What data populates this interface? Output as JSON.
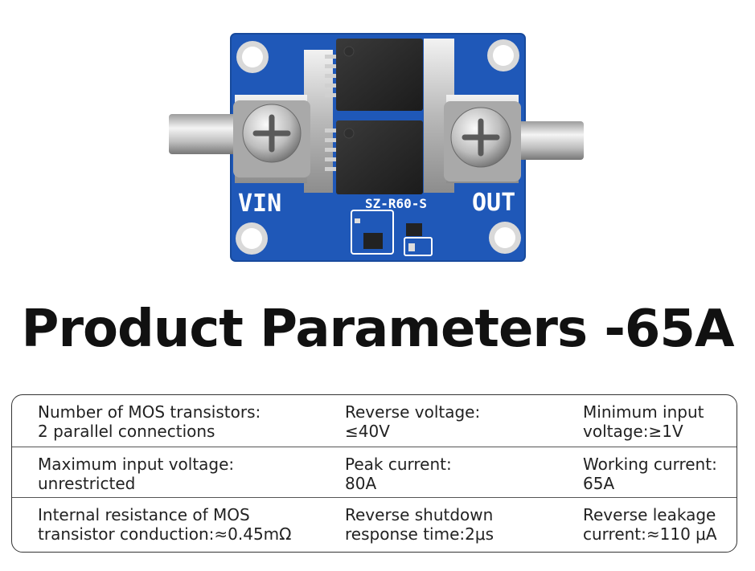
{
  "board": {
    "label_vin": "VIN",
    "label_out": "OUT",
    "model": "SZ-R60-S",
    "colors": {
      "pcb": "#1f58b8",
      "pad": "#c9c9c9",
      "mosfet": "#2a2a2a"
    }
  },
  "title": "Product Parameters -65A",
  "params": [
    [
      {
        "line1": "Number of MOS transistors:",
        "line2": "2 parallel connections"
      },
      {
        "line1": "Reverse voltage:",
        "line2": "≤40V"
      },
      {
        "line1": "Minimum input",
        "line2": "voltage:≥1V"
      }
    ],
    [
      {
        "line1": "Maximum input voltage:",
        "line2": "unrestricted"
      },
      {
        "line1": "Peak current:",
        "line2": "80A"
      },
      {
        "line1": "Working current:",
        "line2": "65A"
      }
    ],
    [
      {
        "line1": "Internal resistance of MOS",
        "line2": "transistor conduction:≈0.45mΩ"
      },
      {
        "line1": "Reverse shutdown",
        "line2": "response time:2μs"
      },
      {
        "line1": "Reverse leakage",
        "line2": "current:≈110 μA"
      }
    ]
  ]
}
